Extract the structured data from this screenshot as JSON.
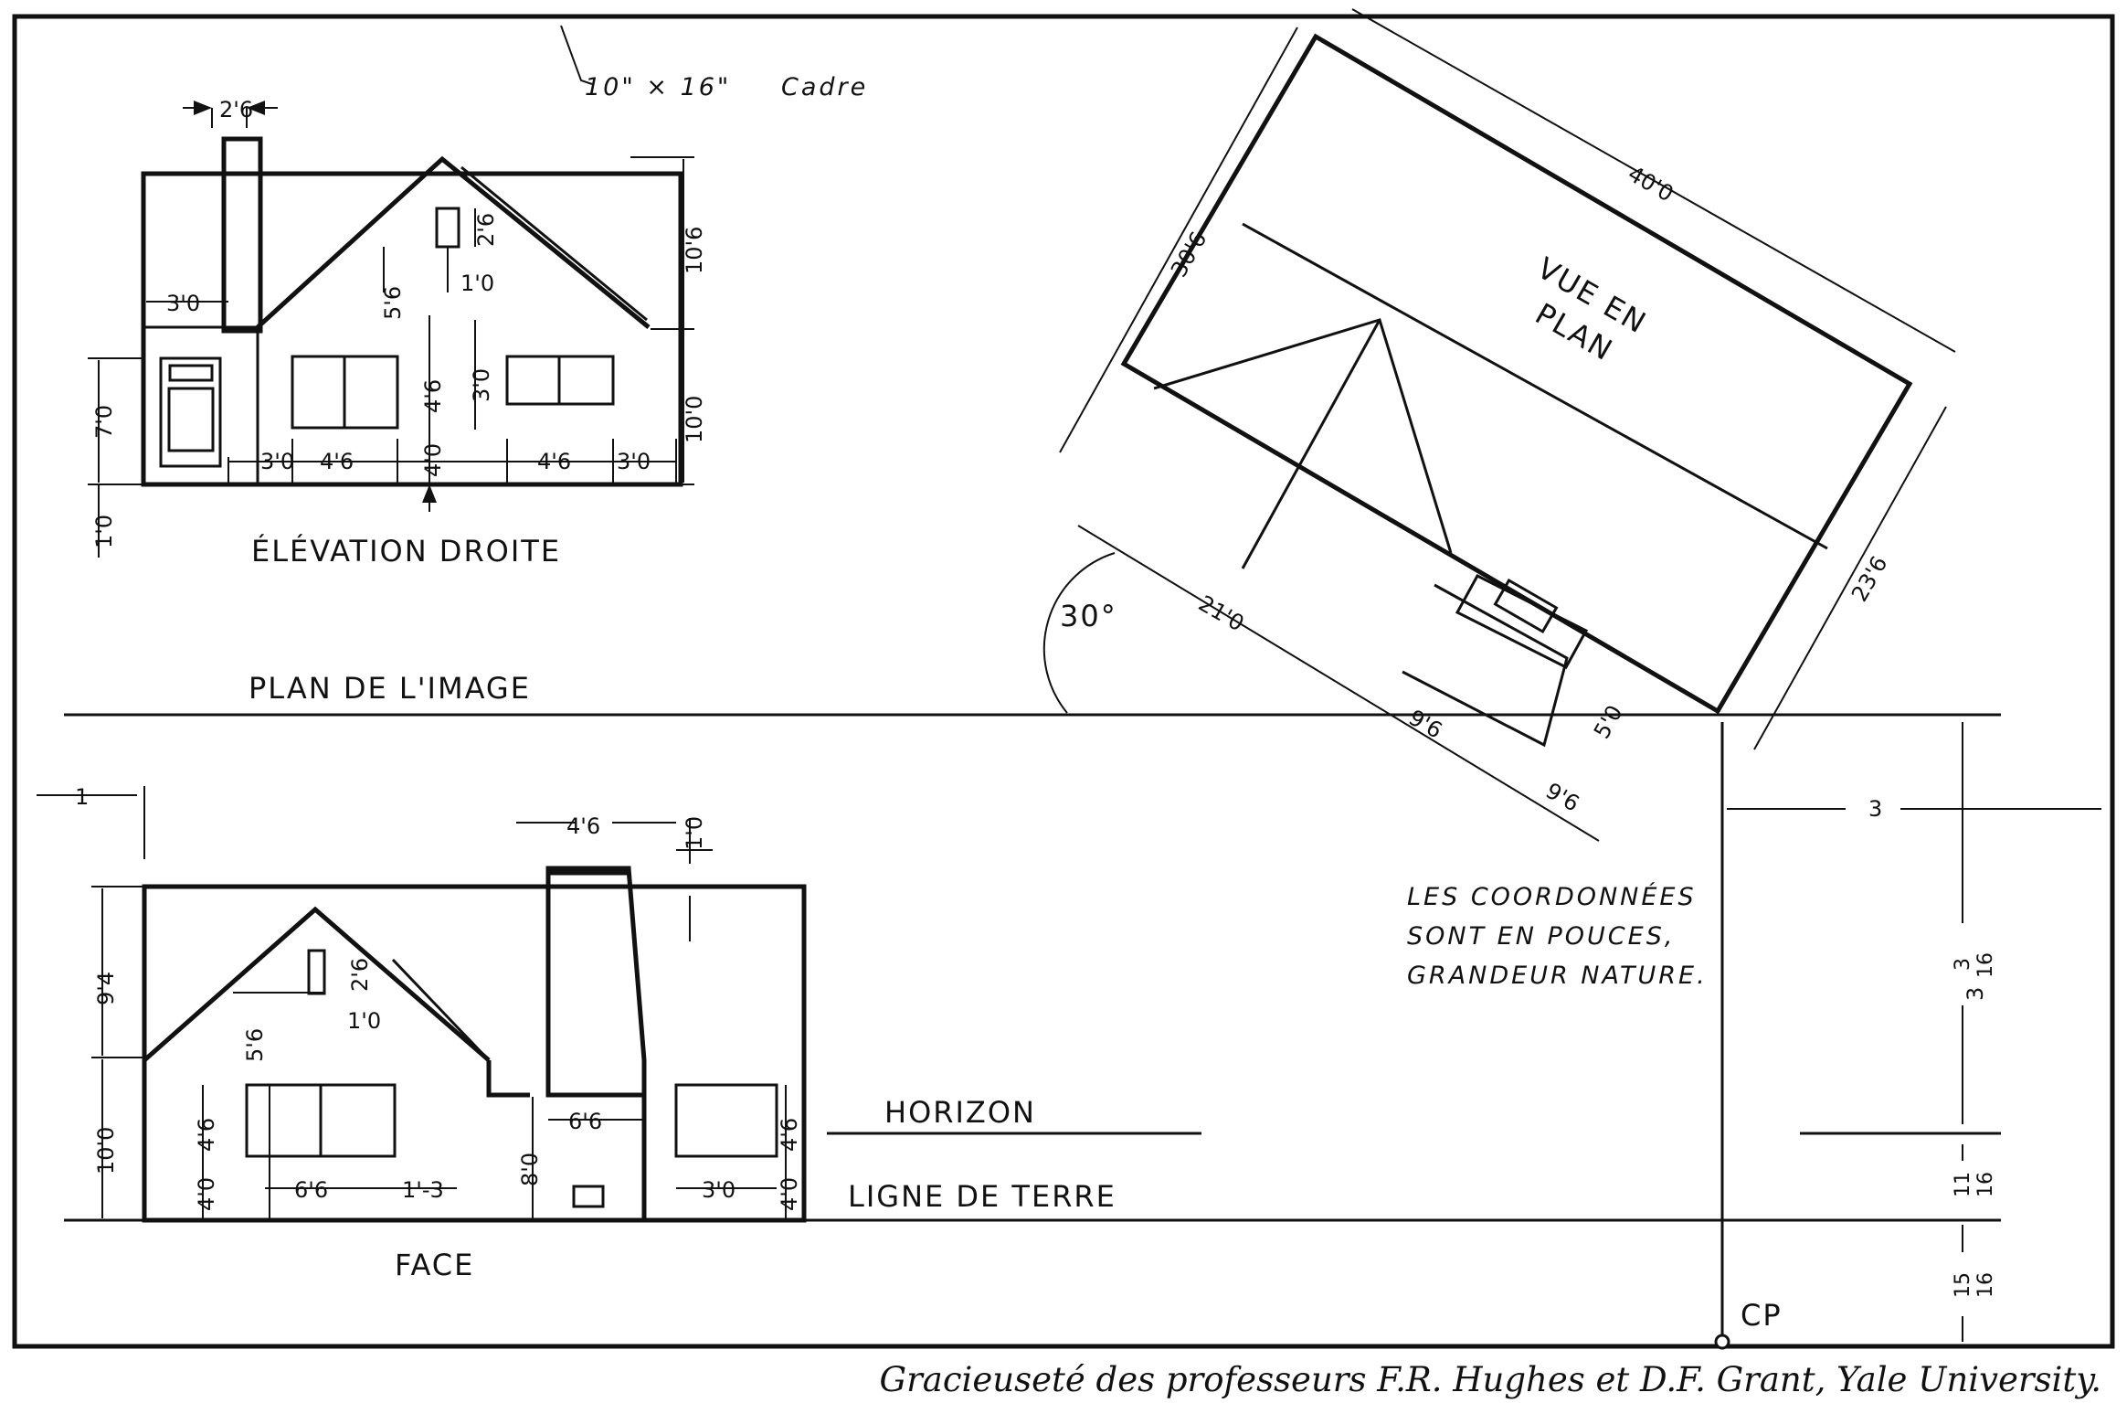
{
  "frame": {
    "label_size": "10\" × 16\"",
    "label_name": "Cadre"
  },
  "elevation": {
    "title": "ÉLÉVATION DROITE",
    "dims": {
      "chimney_w": "2'6",
      "chimney_base": "3'0",
      "door_h": "7'0",
      "footing": "1'0",
      "gable_upper": "10'6",
      "gable_lower": "10'0",
      "vent": "2'6",
      "vent_h": "5'6",
      "vent_w": "1'0",
      "win_h": "4'6",
      "win_h2": "3'0",
      "sill": "4'0",
      "off1": "3'0",
      "win_w1": "4'6",
      "win_w2": "4'6",
      "off2": "3'0"
    }
  },
  "plan": {
    "title_line1": "VUE EN",
    "title_line2": "PLAN",
    "dims": {
      "length": "40'0",
      "depth": "30'6",
      "wing": "23'6",
      "front": "21'0",
      "seg1": "9'6",
      "seg2": "9'6",
      "chim": "5'0"
    },
    "angle": "30°"
  },
  "picture_plane": "PLAN DE L'IMAGE",
  "note": {
    "line1": "LES COORDONNÉES",
    "line2": "SONT EN POUCES,",
    "line3": "GRANDEUR NATURE."
  },
  "face": {
    "title": "FACE",
    "dims": {
      "offset": "1",
      "chimney_w": "4'6",
      "chimney_top": "1'0",
      "roof_h": "9'4",
      "wall_h": "10'0",
      "vent": "2'6",
      "vent_h": "5'6",
      "vent_w": "1'0",
      "win_h": "4'6",
      "sill": "4'0",
      "win_w": "6'6",
      "side": "1'-3",
      "base": "8'0",
      "chim_base": "6'6",
      "rwin_h": "4'6",
      "rsill": "4'0",
      "rwin_w": "3'0"
    }
  },
  "horizon": "HORIZON",
  "ground_line": "LIGNE DE TERRE",
  "cp": "CP",
  "right_dims": {
    "top": "3",
    "v1_whole": "3",
    "v1_num": "3",
    "v1_den": "16",
    "v2_num": "11",
    "v2_den": "16",
    "v3_num": "15",
    "v3_den": "16"
  },
  "credit": "Gracieuseté des professeurs F.R. Hughes et D.F. Grant, Yale University."
}
